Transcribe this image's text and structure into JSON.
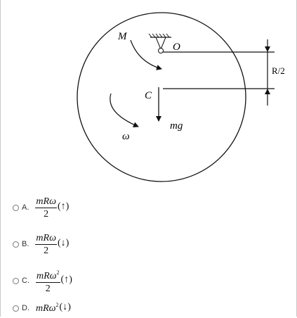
{
  "figure": {
    "label_M": "M",
    "label_O": "O",
    "label_C": "C",
    "label_mg": "mg",
    "label_omega": "ω",
    "label_R2": "R/2"
  },
  "options": [
    {
      "letter": "A.",
      "num": "mRω",
      "num_sup": "",
      "den": "2",
      "suffix": "(↑)"
    },
    {
      "letter": "B.",
      "num": "mRω",
      "num_sup": "",
      "den": "2",
      "suffix": "(↓)"
    },
    {
      "letter": "C.",
      "num": "mRω",
      "num_sup": "2",
      "den": "2",
      "suffix": "(↑)"
    },
    {
      "letter": "D.",
      "expr": "mRω",
      "expr_sup": "2",
      "suffix": "(↓)"
    }
  ]
}
